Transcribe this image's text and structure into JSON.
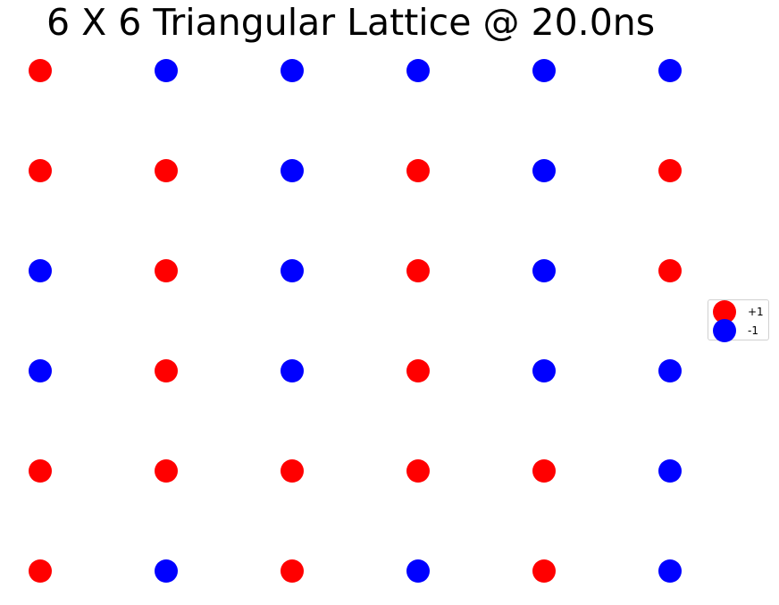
{
  "chart_data": {
    "type": "scatter",
    "title": "6 X 6 Triangular Lattice @ 20.0ns",
    "xlabel": "",
    "ylabel": "",
    "grid": false,
    "axes_visible": false,
    "legend_placement": "center-right",
    "x": [
      0,
      1,
      2,
      3,
      4,
      5
    ],
    "y": [
      0,
      1,
      2,
      3,
      4,
      5
    ],
    "spins": [
      [
        1,
        -1,
        -1,
        -1,
        -1,
        -1
      ],
      [
        1,
        1,
        -1,
        1,
        -1,
        1
      ],
      [
        -1,
        1,
        -1,
        1,
        -1,
        1
      ],
      [
        -1,
        1,
        -1,
        1,
        -1,
        -1
      ],
      [
        1,
        1,
        1,
        1,
        1,
        -1
      ],
      [
        1,
        -1,
        1,
        -1,
        1,
        -1
      ]
    ],
    "series": [
      {
        "name": "+1",
        "value": 1,
        "color": "#ff0000"
      },
      {
        "name": "-1",
        "value": -1,
        "color": "#0000ff"
      }
    ]
  }
}
